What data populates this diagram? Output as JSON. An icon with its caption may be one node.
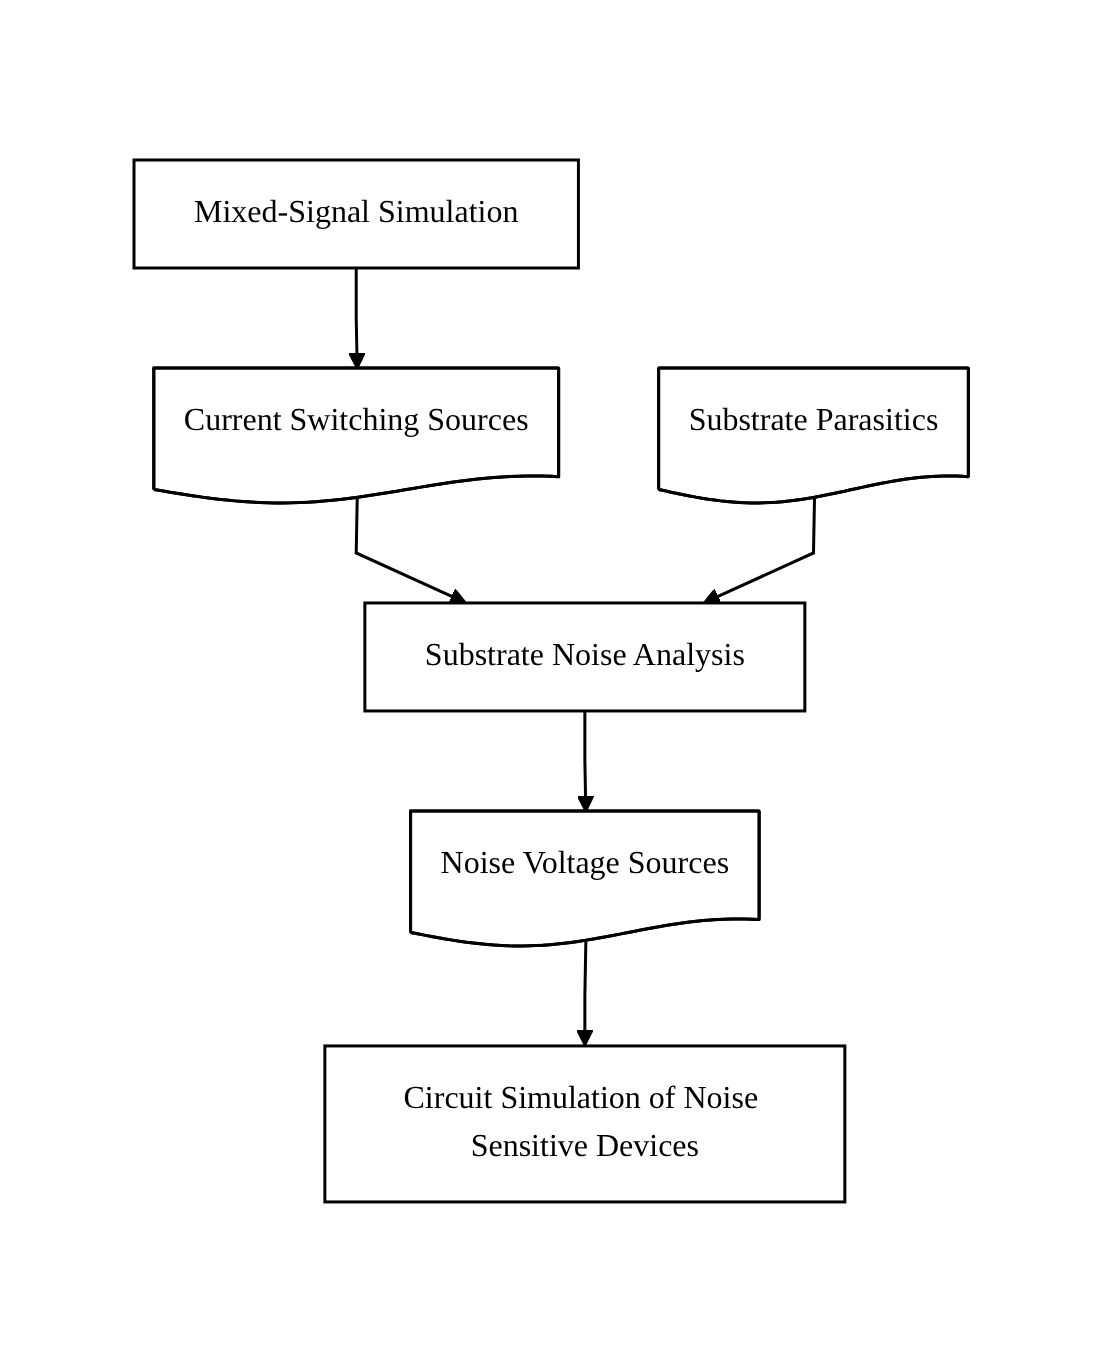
{
  "diagram": {
    "nodes": [
      {
        "text": [
          "Mixed-Signal Simulation"
        ]
      },
      {
        "text": [
          "Current Switching Sources"
        ]
      },
      {
        "text": [
          "Substrate Parasitics"
        ]
      },
      {
        "text": [
          "Substrate Noise Analysis"
        ]
      },
      {
        "text": [
          "Noise Voltage Sources"
        ]
      },
      {
        "text": [
          "Circuit Simulation of Noise Sensitive Devices"
        ]
      }
    ],
    "edges": [
      {
        "from": 0,
        "to": 1,
        "arrow": "to"
      },
      {
        "from": 1,
        "to": 3,
        "arrow": "to"
      },
      {
        "from": 2,
        "to": 3,
        "arrow": "to"
      },
      {
        "from": 3,
        "to": 4,
        "arrow": "to"
      },
      {
        "from": 4,
        "to": 5,
        "arrow": "to"
      }
    ]
  }
}
